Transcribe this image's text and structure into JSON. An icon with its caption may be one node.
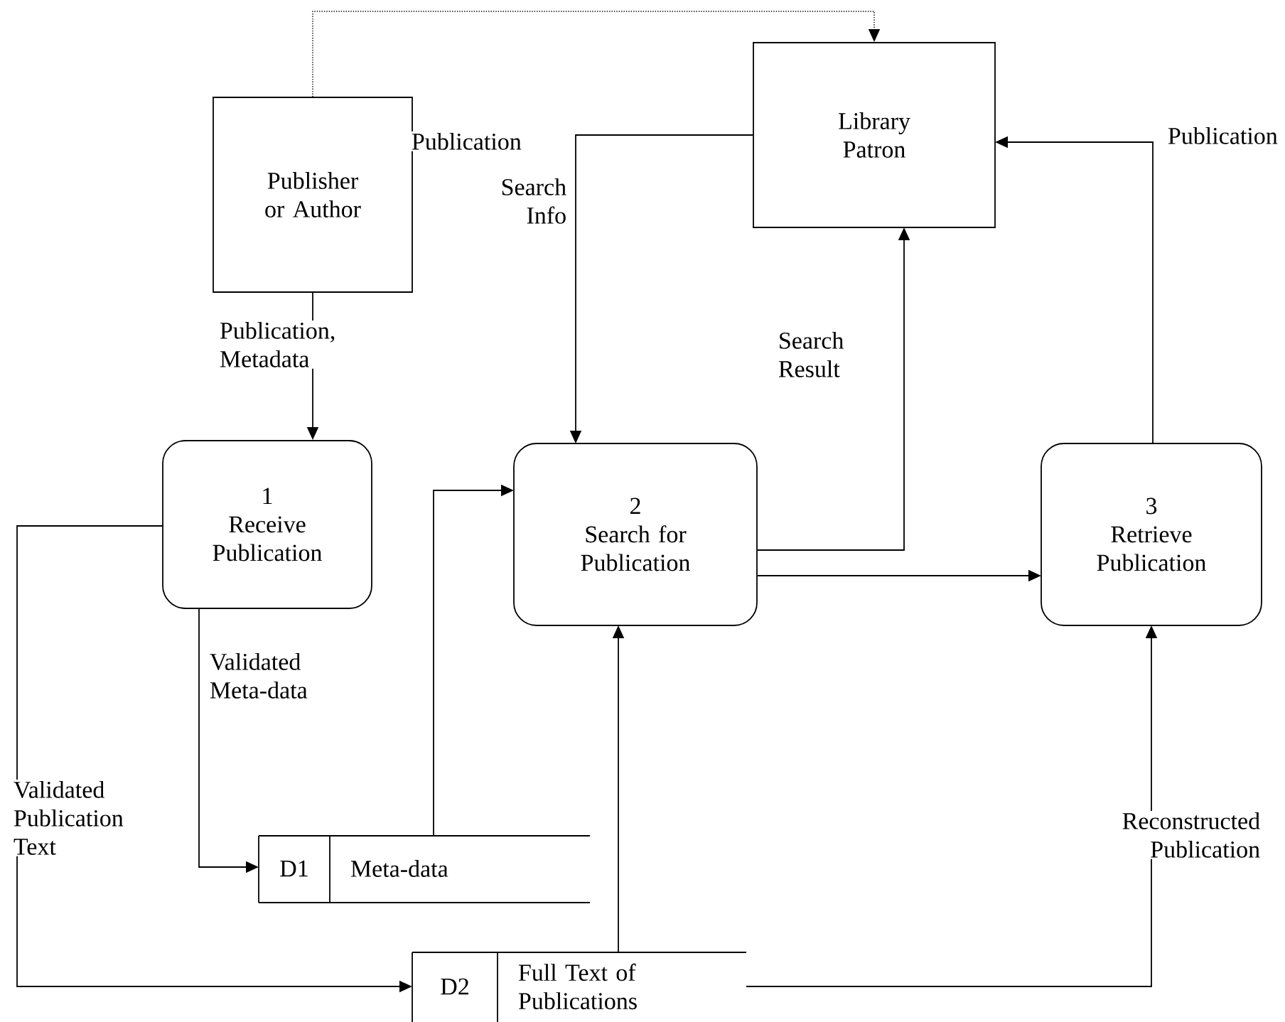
{
  "diagram": {
    "nodes": [
      {
        "text": [
          "Publisher or Author"
        ]
      },
      {
        "text": [
          "Library Patron"
        ]
      },
      {
        "text": [
          "1",
          "Receive Publication"
        ]
      },
      {
        "text": [
          "2",
          "Search for Publication"
        ]
      },
      {
        "text": [
          "3",
          "Retrieve Publication"
        ]
      },
      {
        "text": [
          "D1",
          "Meta-data"
        ]
      },
      {
        "text": [
          "D2",
          "Full Text of Publications"
        ]
      }
    ],
    "edges": [
      {
        "from": 0,
        "to": 1,
        "arrow": "to",
        "style": "dashed",
        "label": "Publication"
      },
      {
        "from": 0,
        "to": 2,
        "arrow": "to",
        "label": "Publication, Metadata"
      },
      {
        "from": 1,
        "to": 3,
        "arrow": "to",
        "label": "Search Info"
      },
      {
        "from": 3,
        "to": 1,
        "arrow": "to",
        "label": "Search Result"
      },
      {
        "from": 3,
        "to": 4,
        "arrow": "to"
      },
      {
        "from": 4,
        "to": 1,
        "arrow": "to",
        "label": "Publication"
      },
      {
        "from": 2,
        "to": 5,
        "arrow": "to",
        "label": "Validated Meta-data"
      },
      {
        "from": 5,
        "to": 3,
        "arrow": "to"
      },
      {
        "from": 2,
        "to": 6,
        "arrow": "to",
        "label": "Validated Publication Text"
      },
      {
        "from": 6,
        "to": 3,
        "arrow": "to"
      },
      {
        "from": 6,
        "to": 4,
        "arrow": "to",
        "label": "Reconstructed Publication"
      }
    ]
  }
}
